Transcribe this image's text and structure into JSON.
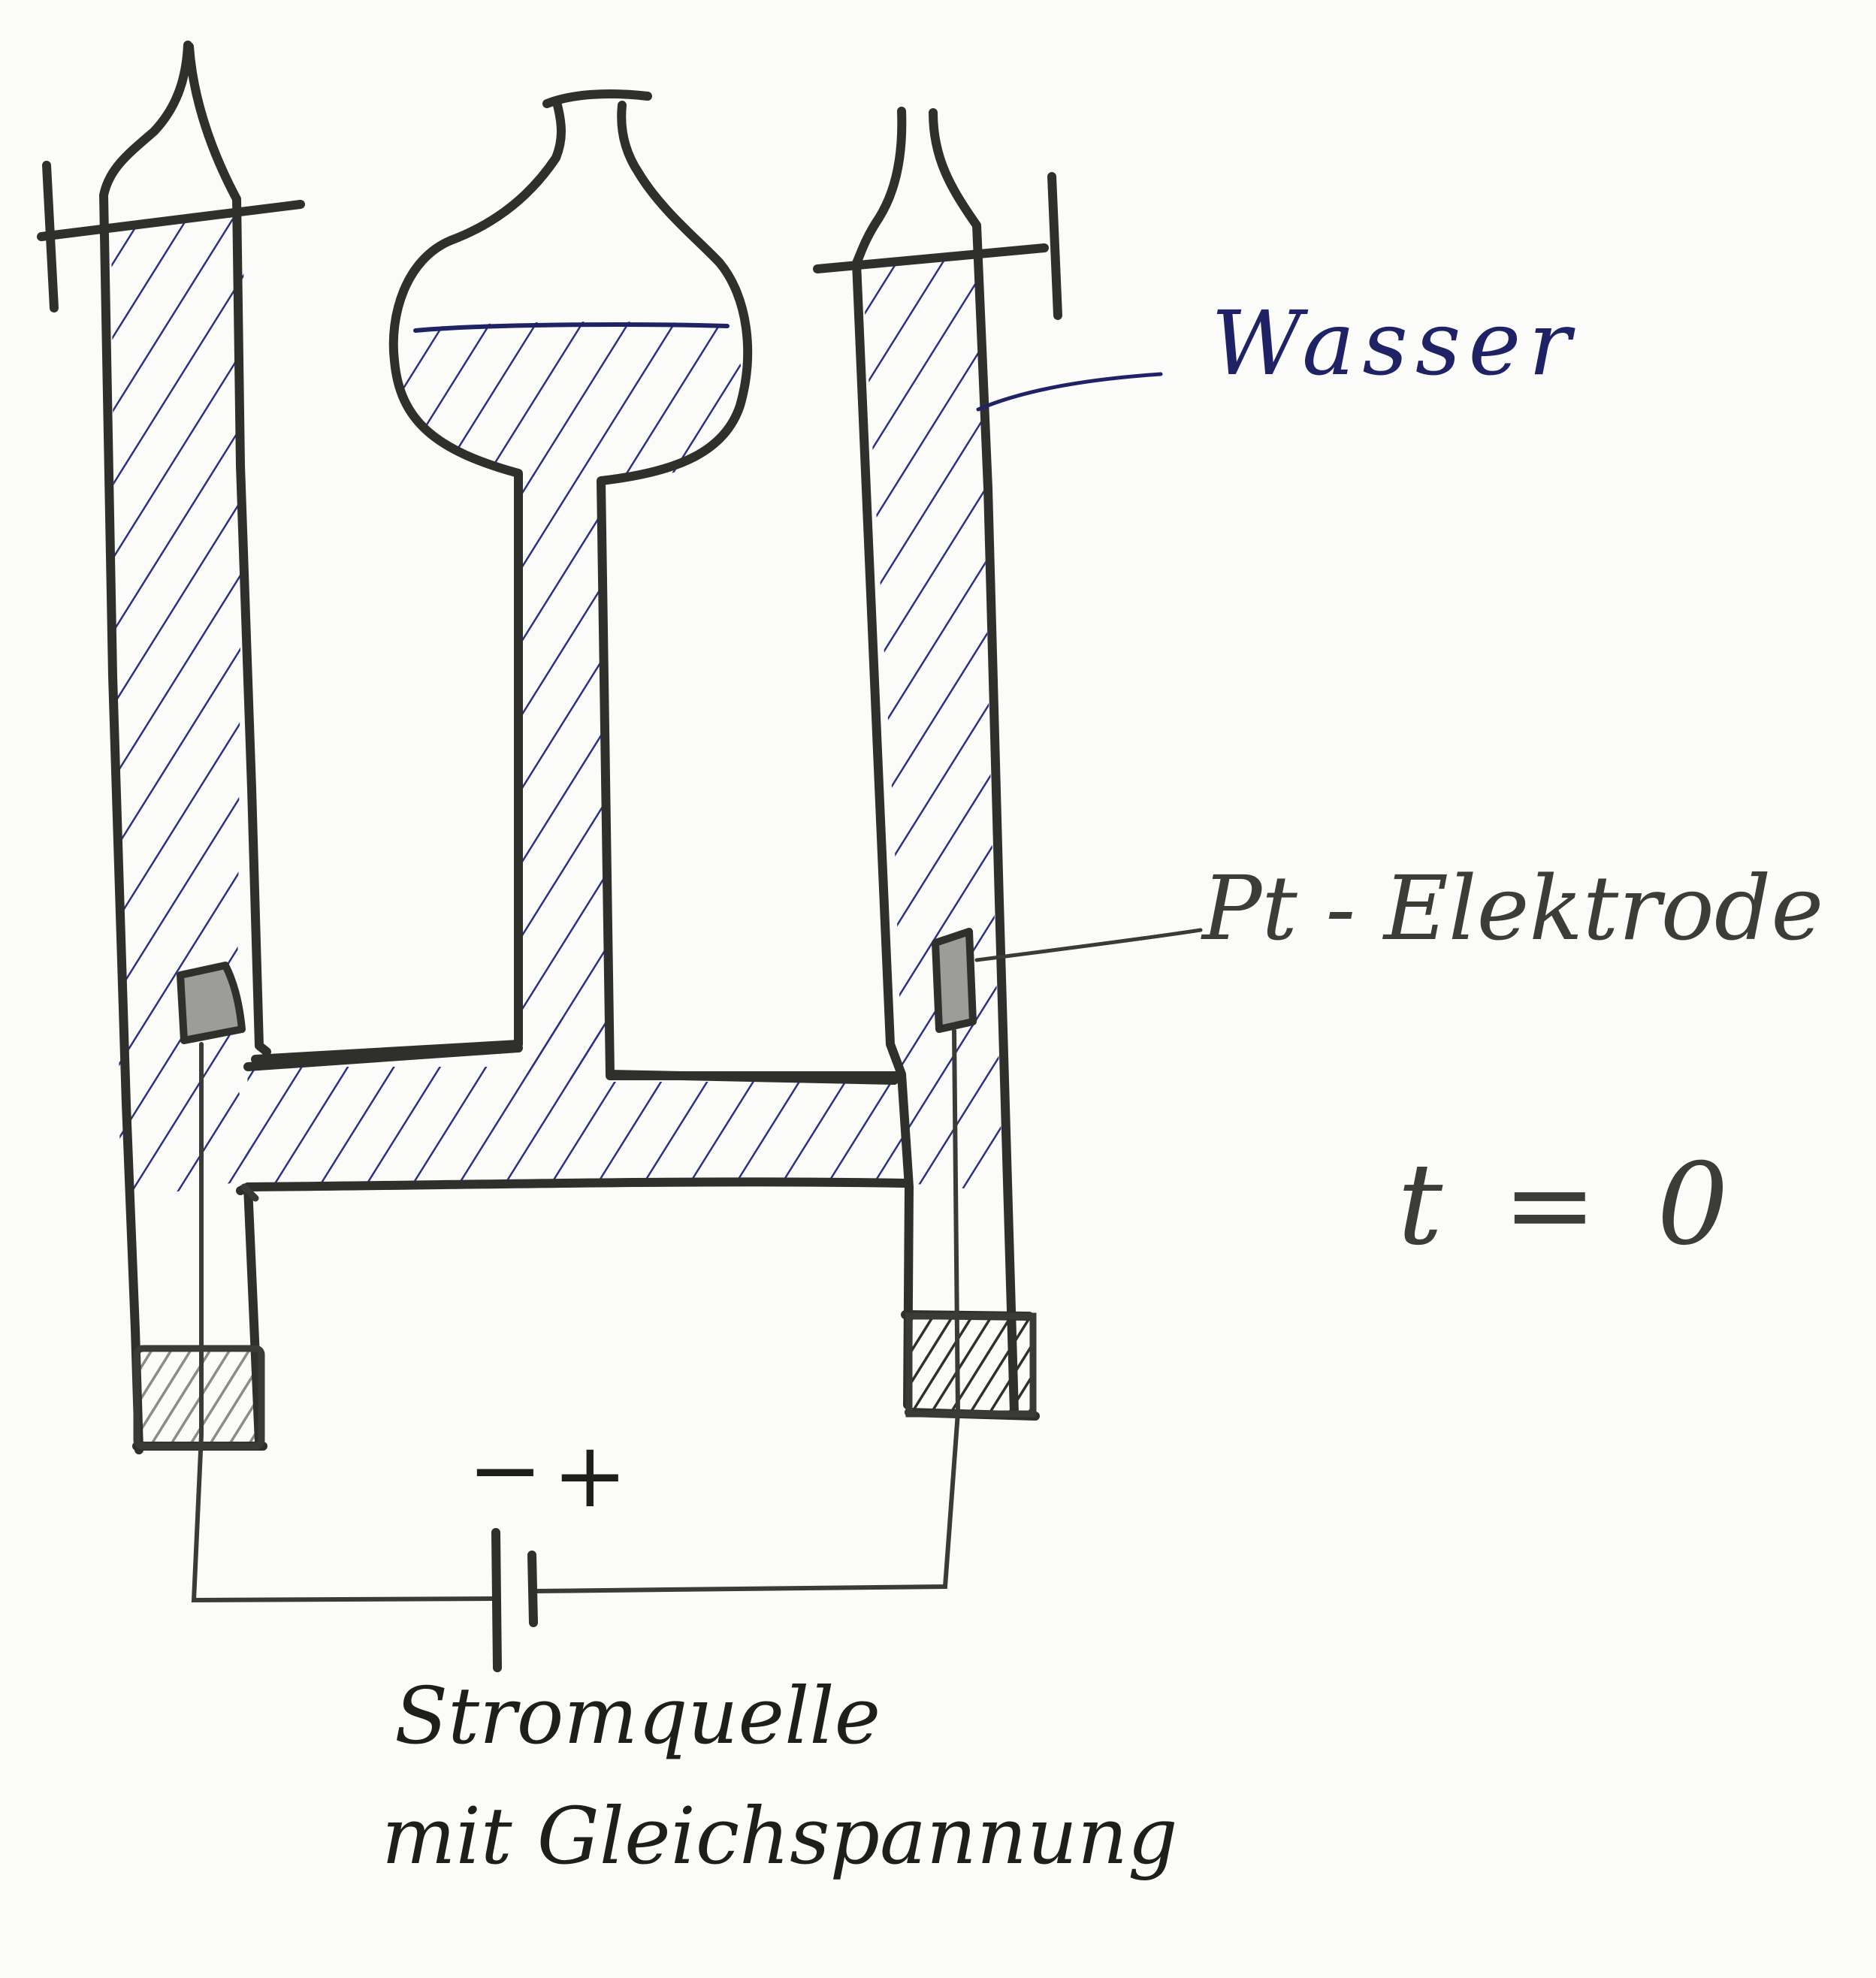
{
  "labels": {
    "water": "Wasser",
    "electrode": "Pt - Elektrode",
    "time": "t = 0",
    "polarity_minus": "−",
    "polarity_plus": "+",
    "source_line1": "Stromquelle",
    "source_line2": "mit Gleichspannung"
  },
  "colors": {
    "outline": "#3a3a36",
    "water_hatch": "#2c3280",
    "water_label": "#1f2366",
    "electrode_fill": "#9c9c98",
    "paper": "#fbfbf9"
  }
}
